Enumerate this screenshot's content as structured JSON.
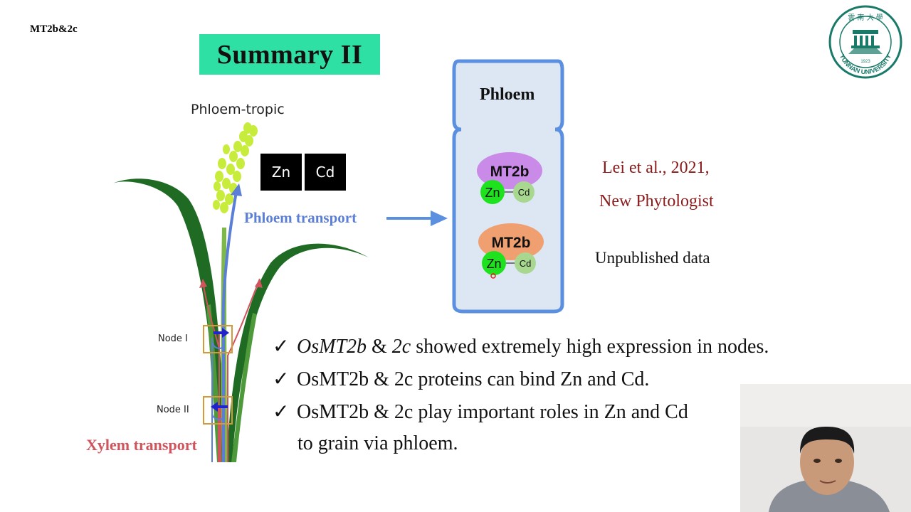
{
  "header": {
    "corner_label": "MT2b&2c",
    "title": "Summary II"
  },
  "logo": {
    "text": "YUNNAN UNIVERSITY",
    "year": "1923"
  },
  "plant_diagram": {
    "phloem_tropic_label": "Phloem-tropic",
    "metal_boxes": [
      "Zn",
      "Cd"
    ],
    "phloem_transport_label": "Phloem transport",
    "node_labels": [
      "Node I",
      "Node II"
    ],
    "xylem_transport_label": "Xylem transport",
    "colors": {
      "phloem": "#5b7fd6",
      "xylem": "#d1545d",
      "leaf": "#1f6b24",
      "grain": "#c8ec3c"
    }
  },
  "phloem_cell": {
    "label": "Phloem",
    "complexes": [
      {
        "protein": "MT2b",
        "color": "#c98ae8",
        "metals": [
          "Zn",
          "Cd"
        ]
      },
      {
        "protein": "MT2b",
        "color": "#f0a070",
        "metals": [
          "Zn",
          "Cd"
        ]
      }
    ]
  },
  "references": {
    "line1": "Lei et al., 2021,",
    "line2": "New Phytologist",
    "unpublished": "Unpublished data"
  },
  "bullets": {
    "check": "✓",
    "b1_italic": "OsMT2b",
    "b1_amp": " & ",
    "b1_italic2": "2c",
    "b1_rest": " showed extremely high expression in nodes.",
    "b2": "OsMT2b & 2c proteins can bind Zn and Cd.",
    "b3": "OsMT2b & 2c play important roles in Zn and Cd",
    "b3_cont": "to grain via phloem."
  }
}
